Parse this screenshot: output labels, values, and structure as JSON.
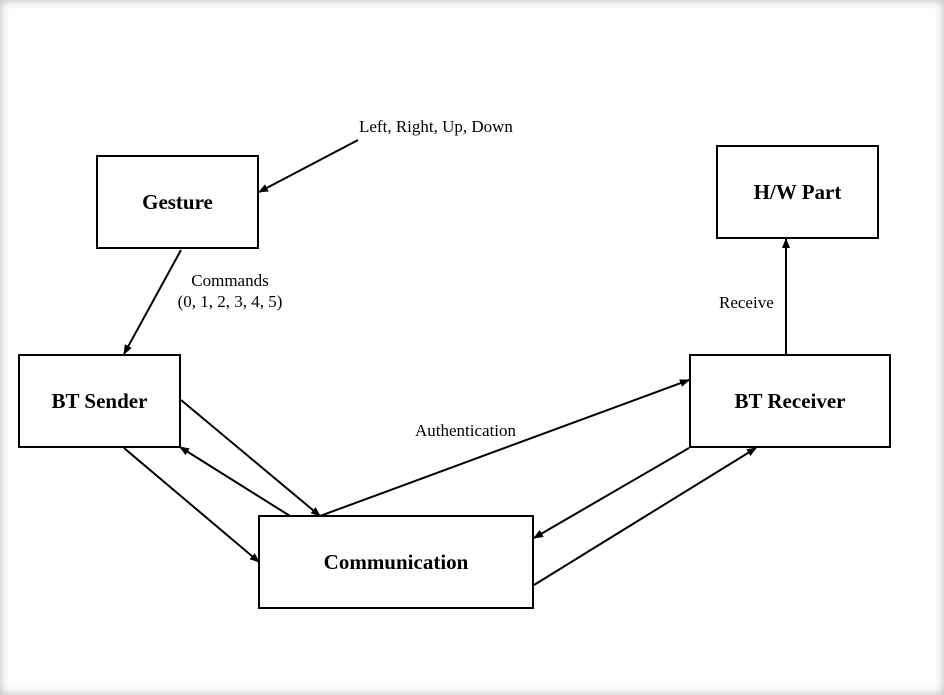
{
  "nodes": {
    "gesture": "Gesture",
    "hw_part": "H/W Part",
    "bt_sender": "BT Sender",
    "bt_receiver": "BT Receiver",
    "communication": "Communication"
  },
  "labels": {
    "gesture_input": "Left, Right, Up, Down",
    "commands_line1": "Commands",
    "commands_line2": "(0, 1, 2, 3, 4, 5)",
    "receive": "Receive",
    "authentication": "Authentication"
  }
}
